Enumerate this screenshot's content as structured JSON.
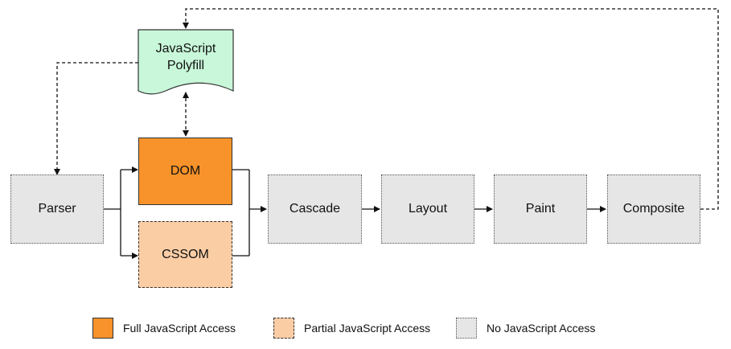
{
  "diagram": {
    "nodes": {
      "polyfill": {
        "label": "JavaScript\nPolyfill"
      },
      "parser": {
        "label": "Parser"
      },
      "dom": {
        "label": "DOM"
      },
      "cssom": {
        "label": "CSSOM"
      },
      "cascade": {
        "label": "Cascade"
      },
      "layout": {
        "label": "Layout"
      },
      "paint": {
        "label": "Paint"
      },
      "composite": {
        "label": "Composite"
      }
    }
  },
  "legend": {
    "items": [
      {
        "label": "Full JavaScript Access",
        "style": "full"
      },
      {
        "label": "Partial JavaScript Access",
        "style": "partial"
      },
      {
        "label": "No JavaScript Access",
        "style": "none"
      }
    ]
  },
  "colors": {
    "full": "#f7932a",
    "partial": "#fbcda5",
    "none": "#e6e6e6",
    "polyfill": "#c8f7d9",
    "line": "#111111"
  }
}
